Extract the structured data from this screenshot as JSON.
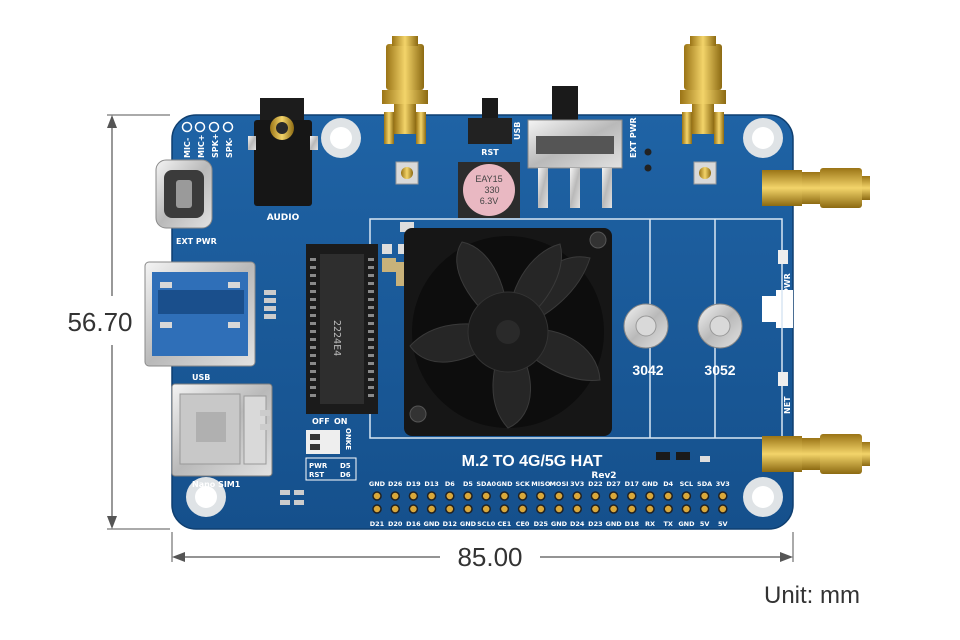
{
  "dimensions": {
    "height_label": "56.70",
    "width_label": "85.00",
    "unit_label": "Unit: mm"
  },
  "board": {
    "title": "M.2 TO 4G/5G HAT",
    "revision": "Rev2",
    "labels": {
      "audio": "AUDIO",
      "ext_pwr_left": "EXT PWR",
      "usb_left": "USB",
      "nano_sim": "Nano SIM1",
      "rst_button": "RST",
      "usb_switch": "USB",
      "ext_pwr_switch": "EXT PWR",
      "mic_minus": "MIC-",
      "mic_plus": "MIC+",
      "spk_plus": "SPK+",
      "spk_minus": "SPK-",
      "slot_3042": "3042",
      "slot_3052": "3052",
      "pwr_led": "PWR",
      "net_led": "NET",
      "off": "OFF",
      "on": "ON",
      "switch_id": "ONKE",
      "pwr": "PWR",
      "rst": "RST",
      "d5": "D5",
      "d6": "D6",
      "m2_key": "2224E4",
      "cap_line1": "EAY15",
      "cap_line2": "330",
      "cap_line3": "6.3V"
    },
    "gpio_top": [
      "GND",
      "D26",
      "D19",
      "D13",
      "D6",
      "D5",
      "SDA0",
      "GND",
      "SCK",
      "MISO",
      "MOSI",
      "3V3",
      "D22",
      "D27",
      "D17",
      "GND",
      "D4",
      "SCL",
      "SDA",
      "3V3"
    ],
    "gpio_bottom": [
      "D21",
      "D20",
      "D16",
      "GND",
      "D12",
      "GND",
      "SCL0",
      "CE1",
      "CE0",
      "D25",
      "GND",
      "D24",
      "D23",
      "GND",
      "D18",
      "RX",
      "TX",
      "GND",
      "5V",
      "5V"
    ]
  }
}
